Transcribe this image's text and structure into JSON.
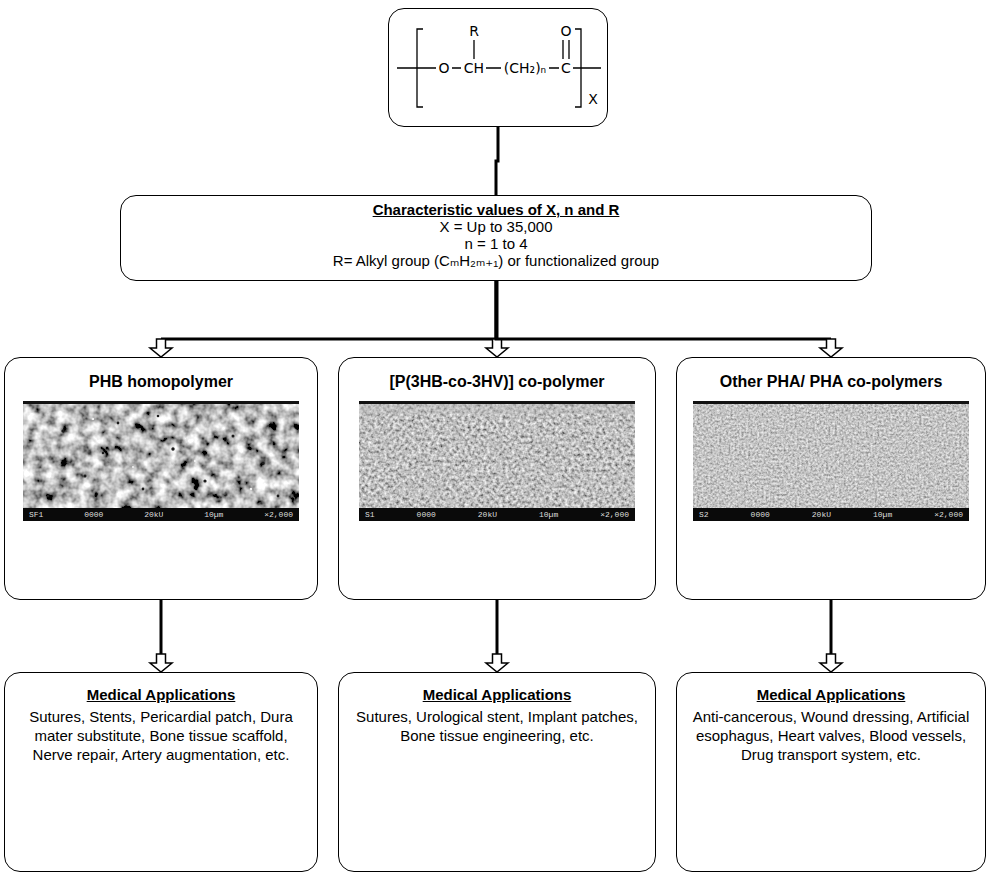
{
  "diagram": {
    "nodes": [
      {
        "text": [
          "R",
          "O",
          "O",
          "CH",
          "(CH₂)ₙ",
          "C",
          "X"
        ]
      },
      {
        "text": [
          "Characteristic values of X, n and R",
          "X = Up to 35,000",
          "n = 1 to 4",
          "R= Alkyl group (CₘH₂ₘ₊₁) or functionalized group"
        ]
      },
      {
        "text": [
          "PHB homopolymer"
        ]
      },
      {
        "text": [
          "[P(3HB-co-3HV)] co-polymer"
        ]
      },
      {
        "text": [
          "Other PHA/ PHA co-polymers"
        ]
      },
      {
        "text": [
          "Medical Applications",
          "Sutures, Stents, Pericardial patch, Dura mater substitute, Bone tissue scaffold, Nerve repair, Artery augmentation, etc."
        ]
      },
      {
        "text": [
          "Medical Applications",
          "Sutures, Urological stent, Implant patches, Bone tissue engineering, etc."
        ]
      },
      {
        "text": [
          "Medical Applications",
          "Anti-cancerous, Wound dressing, Artificial esophagus, Heart valves, Blood vessels, Drug transport system, etc."
        ]
      }
    ],
    "edges": [
      {
        "from": 0,
        "to": 1,
        "arrow": "none"
      },
      {
        "from": 1,
        "to": 2,
        "arrow": "to"
      },
      {
        "from": 1,
        "to": 3,
        "arrow": "to"
      },
      {
        "from": 1,
        "to": 4,
        "arrow": "to"
      },
      {
        "from": 2,
        "to": 5,
        "arrow": "to"
      },
      {
        "from": 3,
        "to": 6,
        "arrow": "to"
      },
      {
        "from": 4,
        "to": 7,
        "arrow": "to"
      }
    ],
    "labels": [
      "SF1 0000 20kU 10µm ×2,000",
      "S1 0000 20kU 10µm ×2,000",
      "S2 0000 20kU 10µm ×2,000"
    ]
  }
}
